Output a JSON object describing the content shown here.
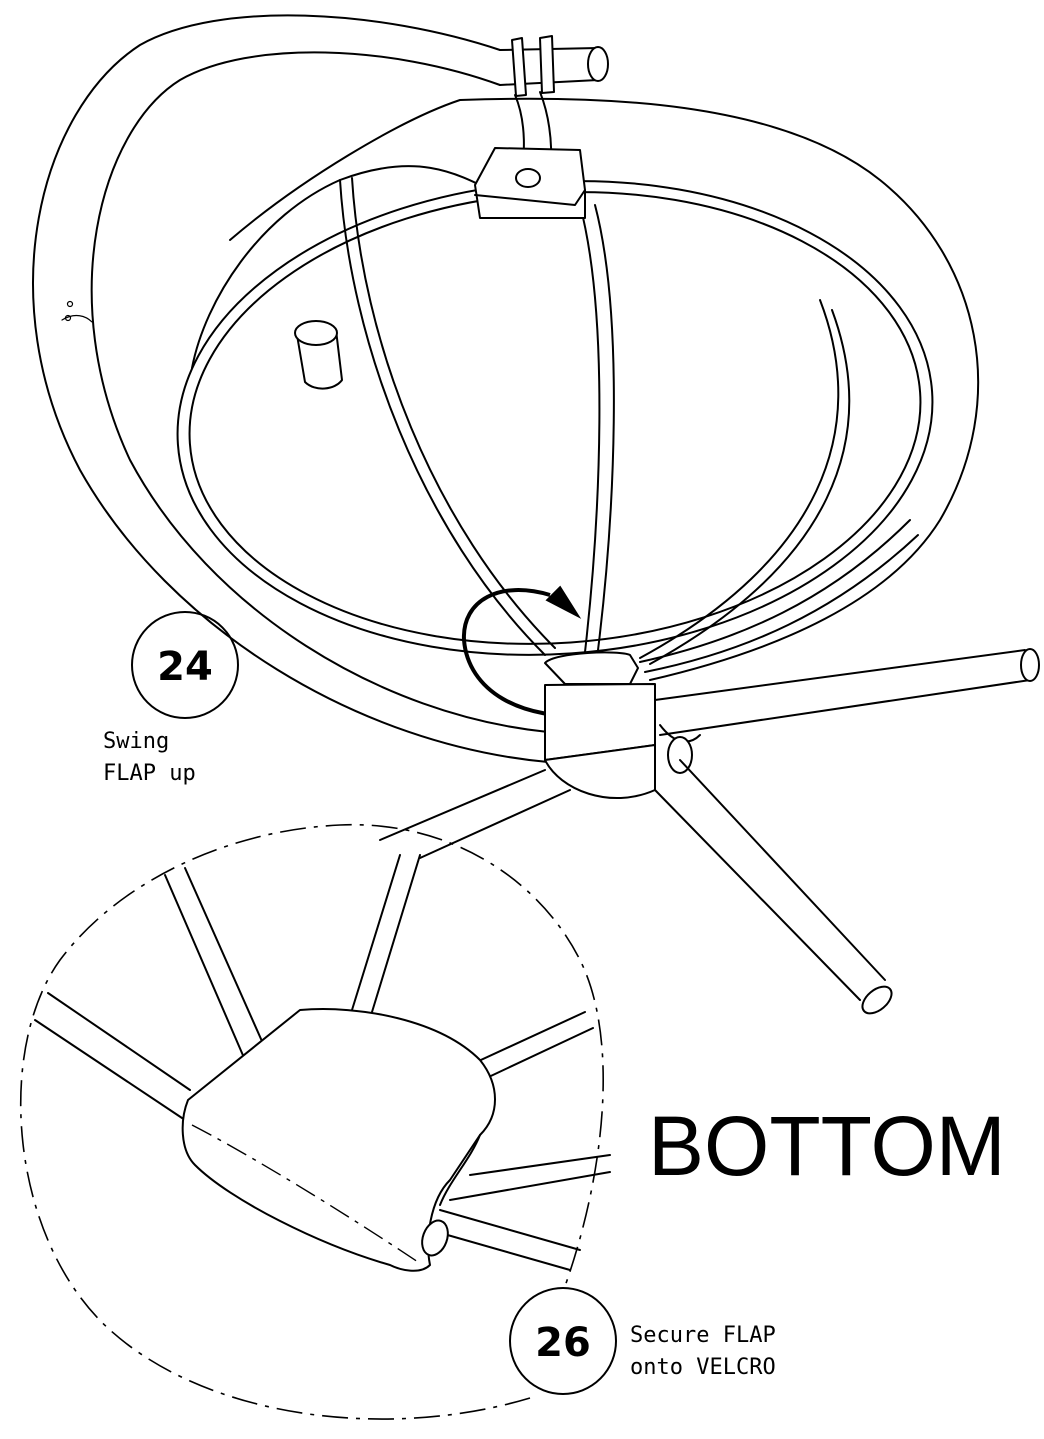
{
  "steps": [
    {
      "number": "24",
      "caption_line1": "Swing",
      "caption_line2": "FLAP up"
    },
    {
      "number": "26",
      "caption_line1": "Secure FLAP",
      "caption_line2": "onto VELCRO"
    }
  ],
  "detail_label": "BOTTOM"
}
